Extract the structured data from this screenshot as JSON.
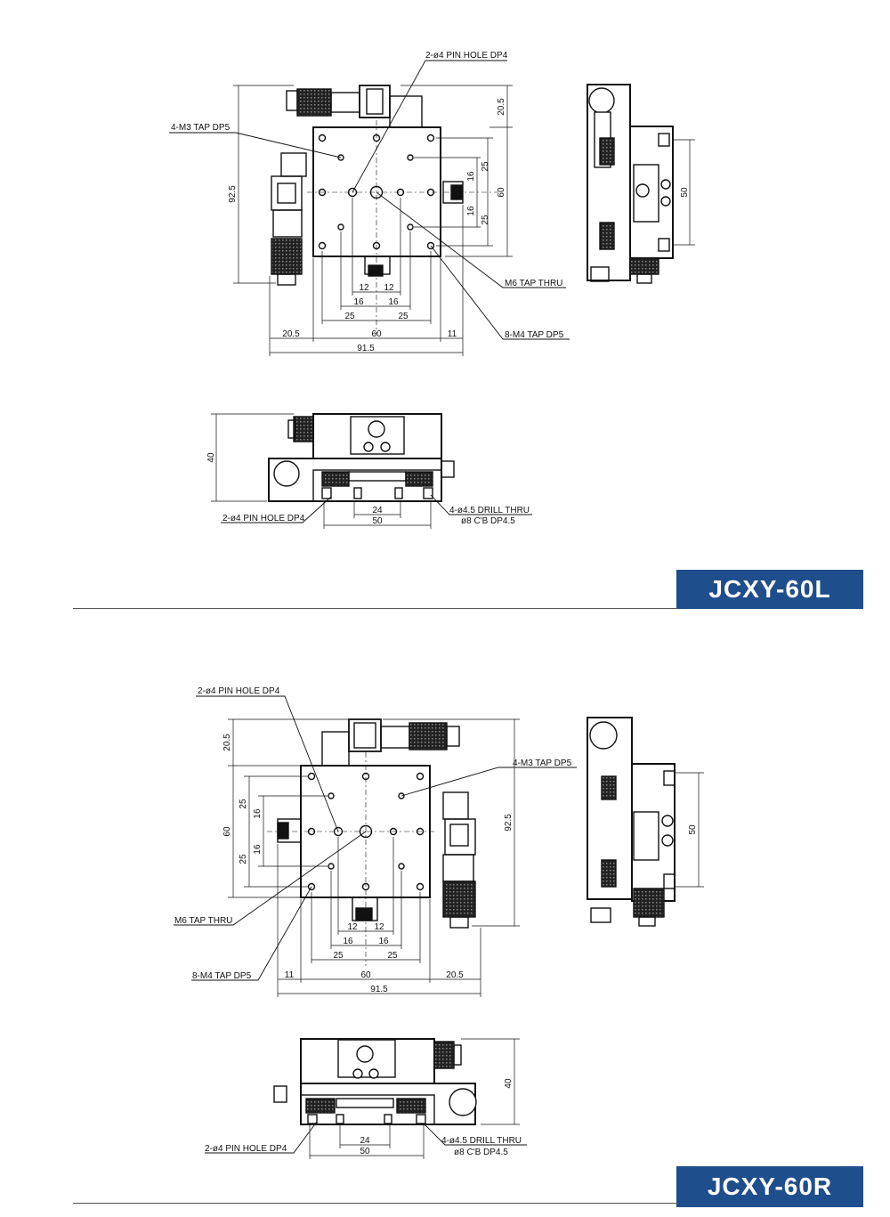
{
  "model_l": "JCXY-60L",
  "model_r": "JCXY-60R",
  "top_l": {
    "pin_hole": "2-ø4 PIN HOLE DP4",
    "m3_tap": "4-M3 TAP DP5",
    "m6_tap": "M6 TAP THRU",
    "m4_tap": "8-M4 TAP DP5",
    "dims": {
      "d92_5": "92.5",
      "d20_5_top": "20.5",
      "d60_v": "60",
      "d25_a": "25",
      "d25_b": "25",
      "d16_a": "16",
      "d16_b": "16",
      "d12_a": "12",
      "d12_b": "12",
      "d16_c": "16",
      "d16_d": "16",
      "d25_c": "25",
      "d25_d": "25",
      "d20_5_bot": "20.5",
      "d60_h": "60",
      "d11": "11",
      "d91_5": "91.5"
    }
  },
  "side_l": {
    "d50": "50"
  },
  "front_l": {
    "d40": "40",
    "d24": "24",
    "d50": "50",
    "pin_hole": "2-ø4 PIN HOLE DP4",
    "drill": "4-ø4.5 DRILL THRU",
    "cb": "ø8 C'B DP4.5"
  },
  "top_r": {
    "pin_hole": "2-ø4 PIN HOLE DP4",
    "m3_tap": "4-M3 TAP DP5",
    "m6_tap": "M6 TAP THRU",
    "m4_tap": "8-M4 TAP DP5",
    "dims": {
      "d20_5_top": "20.5",
      "d60_v": "60",
      "d25_a": "25",
      "d25_b": "25",
      "d16_a": "16",
      "d16_b": "16",
      "d92_5": "92.5",
      "d12_a": "12",
      "d12_b": "12",
      "d16_c": "16",
      "d16_d": "16",
      "d25_c": "25",
      "d25_d": "25",
      "d11": "11",
      "d60_h": "60",
      "d20_5_bot": "20.5",
      "d91_5": "91.5"
    }
  },
  "side_r": {
    "d50": "50"
  },
  "front_r": {
    "d40": "40",
    "d24": "24",
    "d50": "50",
    "pin_hole": "2-ø4 PIN HOLE DP4",
    "drill": "4-ø4.5 DRILL THRU",
    "cb": "ø8 C'B DP4.5"
  }
}
